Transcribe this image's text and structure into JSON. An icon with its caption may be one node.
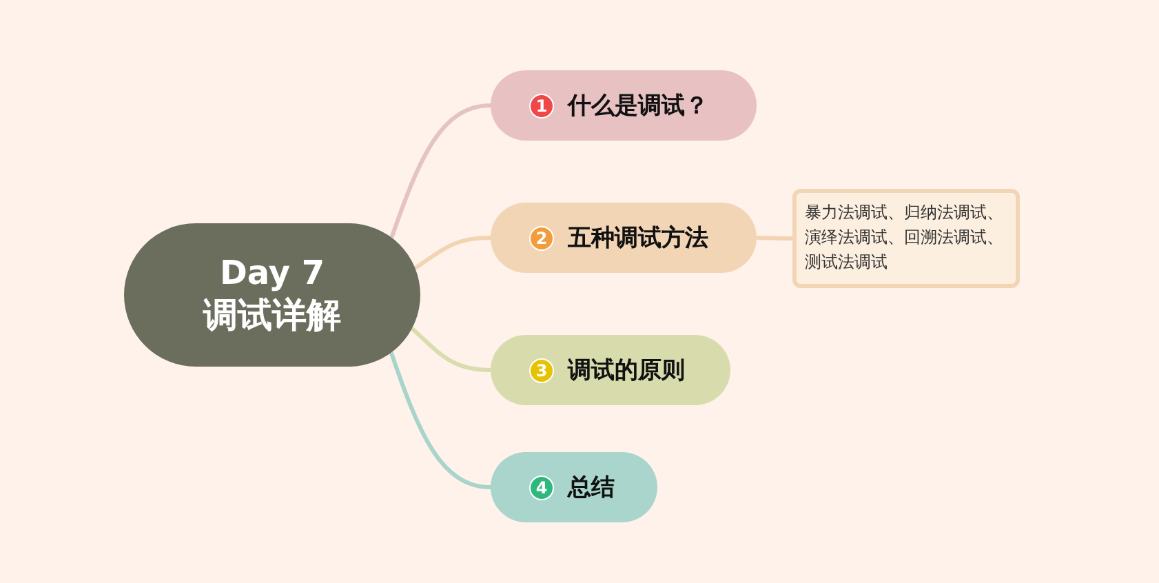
{
  "diagram": {
    "nodes": [
      {
        "text": [
          "Day 7",
          "调试详解"
        ]
      },
      {
        "text": [
          "1",
          "什么是调试？"
        ]
      },
      {
        "text": [
          "2",
          "五种调试方法"
        ]
      },
      {
        "text": [
          "3",
          "调试的原则"
        ]
      },
      {
        "text": [
          "4",
          "总结"
        ]
      },
      {
        "text": [
          "暴力法调试、归纳法调试、演绎法调试、回溯法调试、测试法调试"
        ]
      }
    ],
    "edges": [
      {
        "from": 0,
        "to": 1,
        "arrow": "none",
        "color": "#e6c3c3"
      },
      {
        "from": 0,
        "to": 2,
        "arrow": "none",
        "color": "#f2d4b3"
      },
      {
        "from": 0,
        "to": 3,
        "arrow": "none",
        "color": "#d9dcae"
      },
      {
        "from": 0,
        "to": 4,
        "arrow": "none",
        "color": "#a9d4cc"
      },
      {
        "from": 2,
        "to": 5,
        "arrow": "none",
        "color": "#f2d4b3"
      }
    ]
  }
}
